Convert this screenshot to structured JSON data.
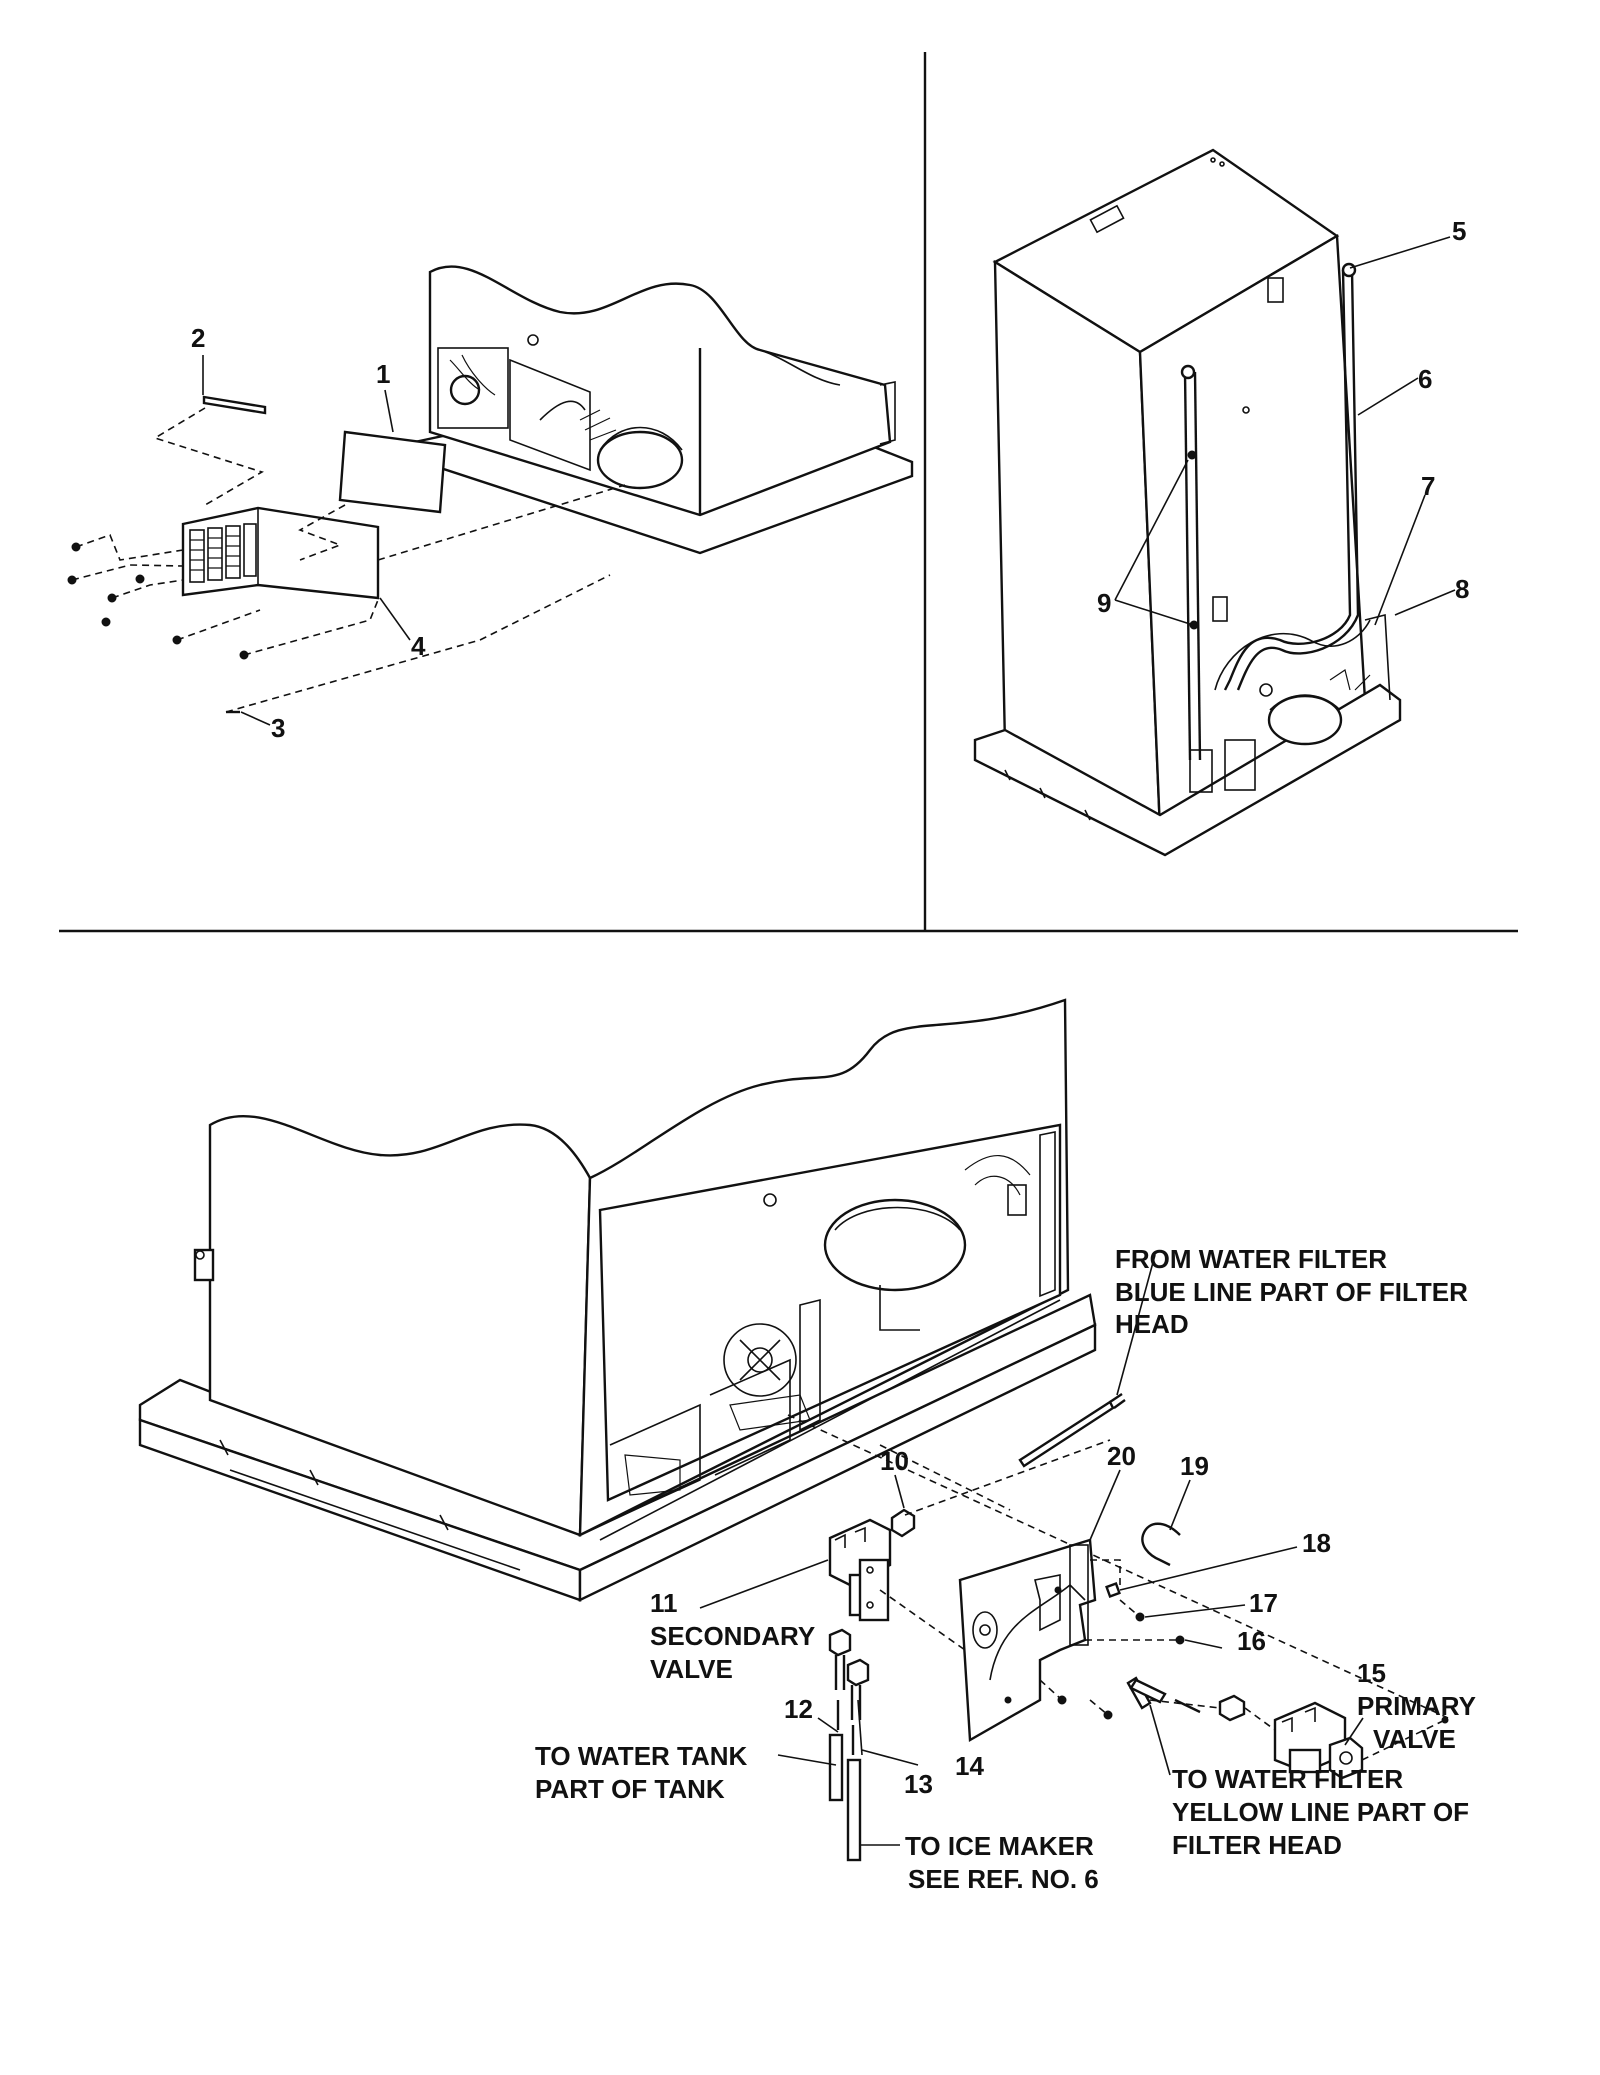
{
  "callouts": {
    "c1": "1",
    "c2": "2",
    "c3": "3",
    "c4": "4",
    "c5": "5",
    "c6": "6",
    "c7": "7",
    "c8": "8",
    "c9": "9",
    "c10": "10",
    "c11": "11",
    "c12": "12",
    "c13": "13",
    "c14": "14",
    "c15": "15",
    "c16": "16",
    "c17": "17",
    "c18": "18",
    "c19": "19",
    "c20": "20"
  },
  "notes": {
    "from_filter_l1": "FROM WATER FILTER",
    "from_filter_l2": "BLUE LINE PART OF FILTER",
    "from_filter_l3": "HEAD",
    "secondary_l1": "SECONDARY",
    "secondary_l2": "VALVE",
    "primary_l1": "PRIMARY",
    "primary_l2": "VALVE",
    "tank_l1": "TO WATER TANK",
    "tank_l2": "PART OF TANK",
    "ice_l1": "TO ICE MAKER",
    "ice_l2": "SEE REF. NO. 6",
    "yellow_l1": "TO WATER FILTER",
    "yellow_l2": "YELLOW LINE PART OF",
    "yellow_l3": "FILTER HEAD"
  }
}
